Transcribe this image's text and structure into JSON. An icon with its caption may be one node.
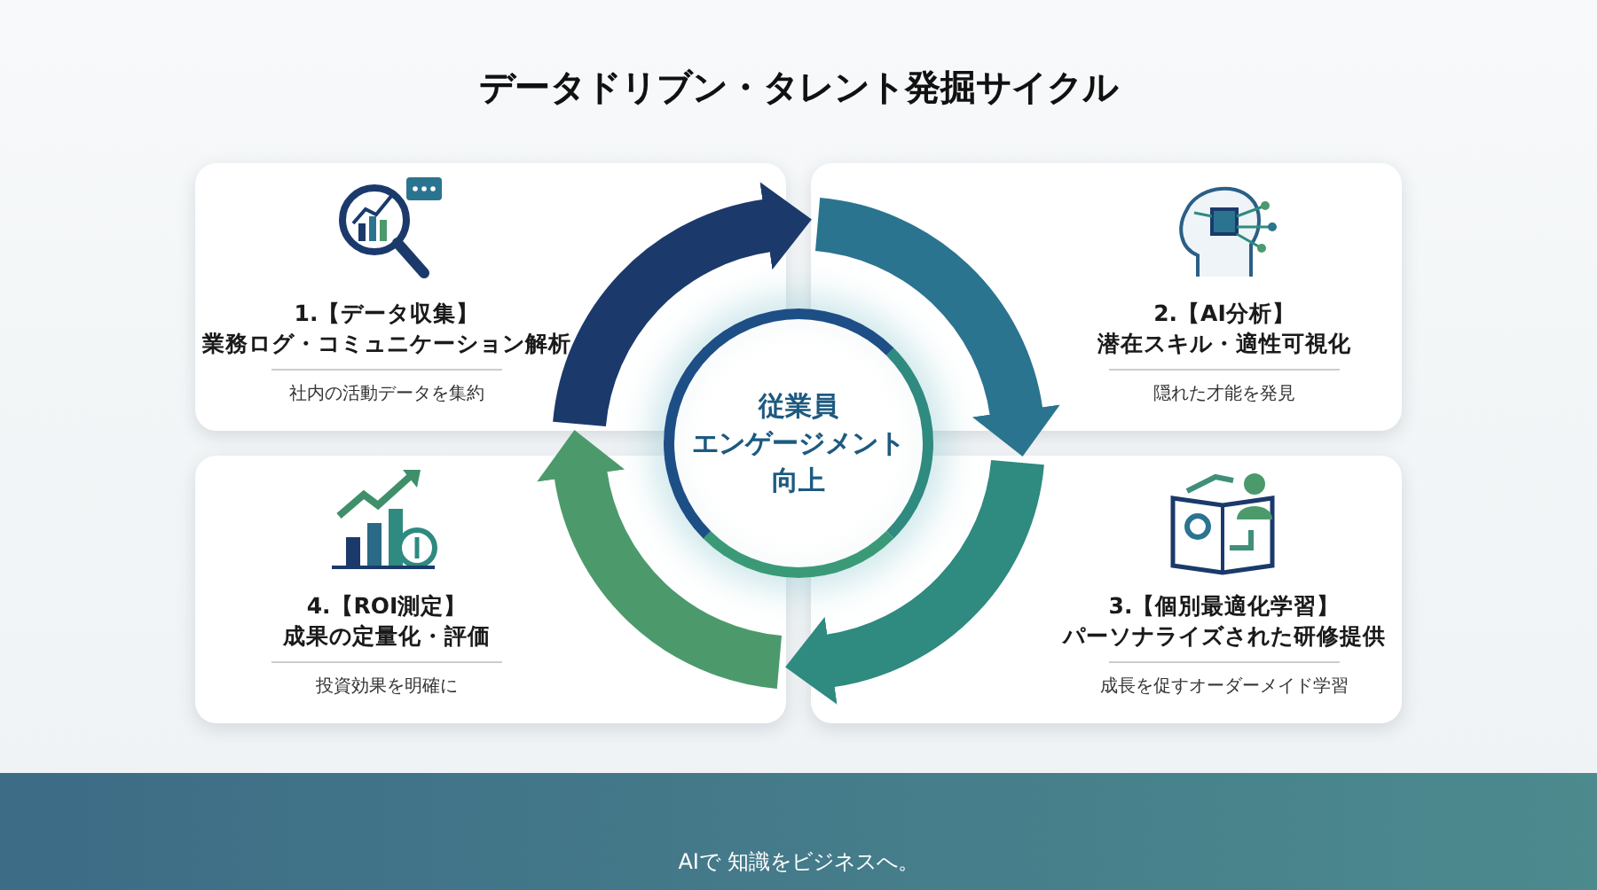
{
  "diagram": {
    "title": "データドリブン・タレント発掘サイクル",
    "nodes": [
      {
        "text": [
          "1.【データ収集】",
          "業務ログ・コミュニケーション解析",
          "社内の活動データを集約"
        ]
      },
      {
        "text": [
          "2.【AI分析】",
          "潜在スキル・適性可視化",
          "隠れた才能を発見"
        ]
      },
      {
        "text": [
          "3.【個別最適化学習】",
          "パーソナライズされた研修提供",
          "成長を促すオーダーメイド学習"
        ]
      },
      {
        "text": [
          "4.【ROI測定】",
          "成果の定量化・評価",
          "投資効果を明確に"
        ]
      },
      {
        "text": [
          "従業員",
          "エンゲージメント",
          "向上"
        ]
      }
    ],
    "edges": [
      {
        "from": 0,
        "to": 1,
        "arrow": "to",
        "color": "#1b3a6b"
      },
      {
        "from": 1,
        "to": 2,
        "arrow": "to",
        "color": "#2b7490"
      },
      {
        "from": 2,
        "to": 3,
        "arrow": "to",
        "color": "#2f8a80"
      },
      {
        "from": 3,
        "to": 0,
        "arrow": "to",
        "color": "#4c9a6c"
      }
    ],
    "labels": [
      "AIで 知識をビジネスへ。"
    ]
  }
}
